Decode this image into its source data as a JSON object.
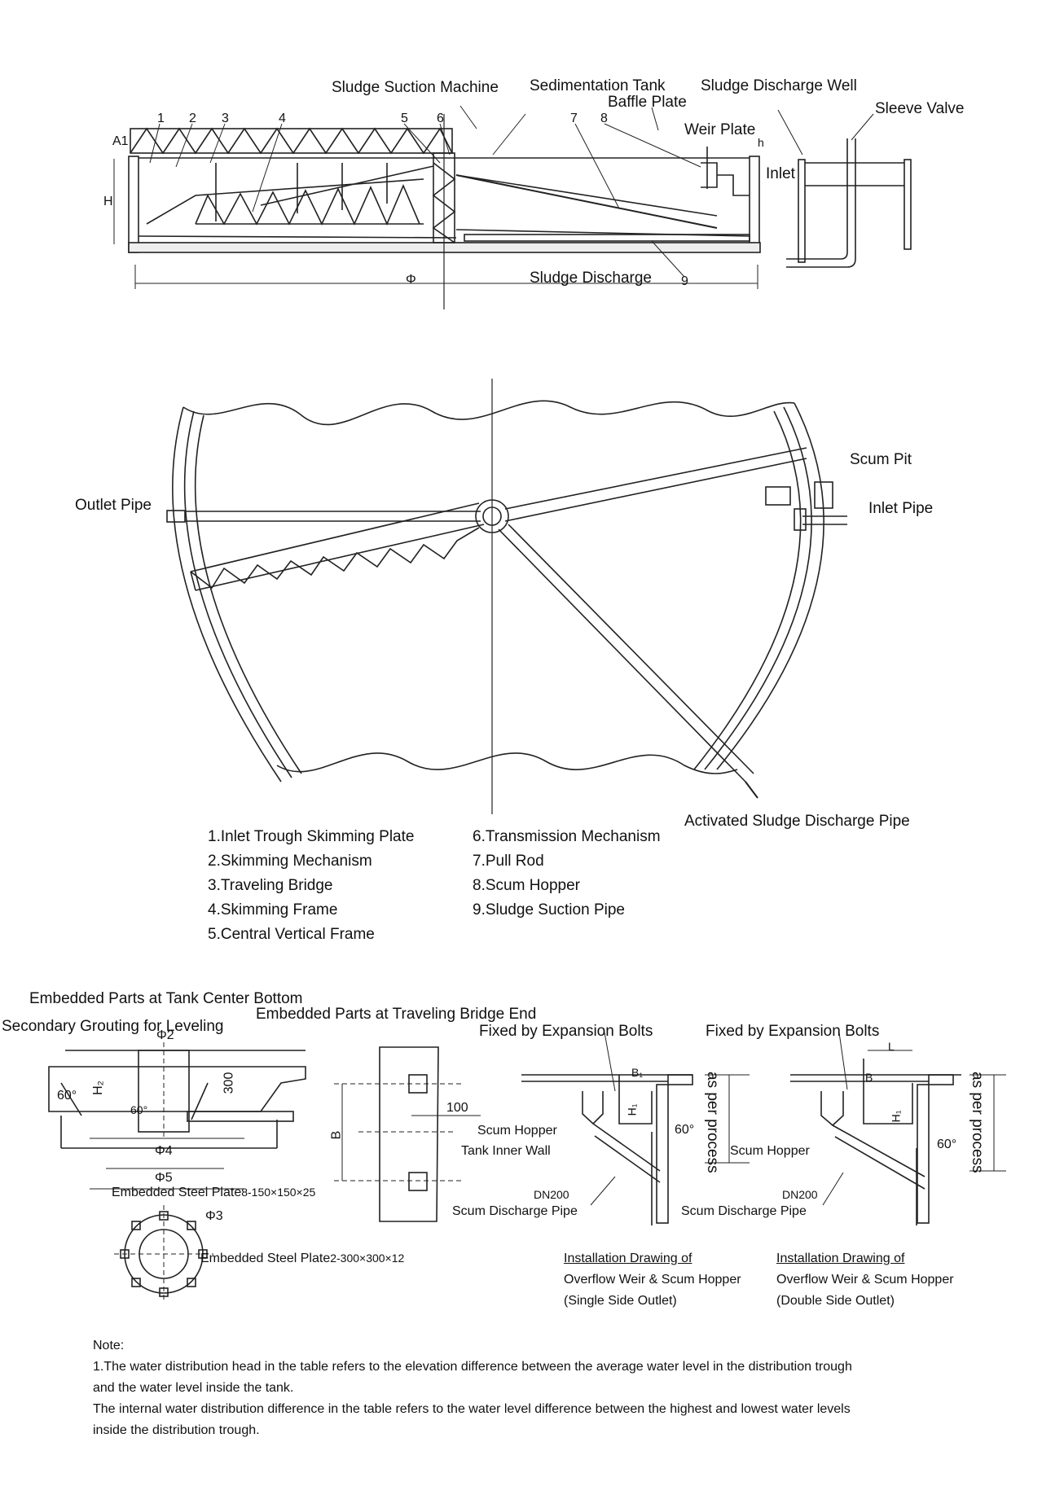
{
  "section_view": {
    "labels": {
      "sludge_suction_machine": "Sludge Suction Machine",
      "sedimentation_tank": "Sedimentation Tank",
      "sludge_discharge_well": "Sludge Discharge Well",
      "baffle_plate": "Baffle Plate",
      "sleeve_valve": "Sleeve Valve",
      "weir_plate": "Weir Plate",
      "inlet": "Inlet",
      "sludge_discharge": "Sludge Discharge"
    },
    "part_numbers": [
      "1",
      "2",
      "3",
      "4",
      "5",
      "6",
      "7",
      "8",
      "9"
    ],
    "dimension_marks": {
      "a1": "A1",
      "height": "H",
      "diameter": "Φ",
      "h": "h"
    }
  },
  "plan_view": {
    "labels": {
      "outlet_pipe": "Outlet Pipe",
      "scum_pit": "Scum Pit",
      "inlet_pipe": "Inlet Pipe",
      "activated_sludge_discharge_pipe": "Activated Sludge Discharge Pipe"
    }
  },
  "legend": {
    "left": [
      "1.Inlet Trough Skimming Plate",
      "2.Skimming Mechanism",
      "3.Traveling Bridge",
      "4.Skimming Frame",
      "5.Central Vertical Frame"
    ],
    "right": [
      "6.Transmission Mechanism",
      "7.Pull Rod",
      "8.Scum Hopper",
      "9.Sludge Suction Pipe"
    ]
  },
  "details": {
    "center_bottom": {
      "title": "Embedded Parts at Tank Center Bottom",
      "grouting": "Secondary Grouting for Leveling",
      "phi2": "Φ2",
      "h2": "H₂",
      "dim300": "300",
      "angle_left": "60°",
      "angle_inner": "60°",
      "phi4": "Φ4",
      "phi5": "Φ5",
      "steel_plate_1": "Embedded Steel Plate",
      "steel_plate_1_spec": "8-150×150×25",
      "phi3": "Φ3",
      "steel_plate_2": "Embedded Steel Plate",
      "steel_plate_2_spec": "2-300×300×12"
    },
    "bridge_end": {
      "title": "Embedded Parts at Traveling Bridge End",
      "dim100": "100",
      "dim_b": "B"
    },
    "single_side": {
      "fixed_by": "Fixed by Expansion Bolts",
      "b1": "B₁",
      "h1": "H₁",
      "per_process": "as per process",
      "angle": "60°",
      "scum_hopper": "Scum Hopper",
      "tank_inner_wall": "Tank Inner Wall",
      "dn": "DN200",
      "scum_pipe": "Scum Discharge Pipe",
      "caption_1": "Installation Drawing of",
      "caption_2": "Overflow Weir & Scum Hopper",
      "caption_3": "(Single Side Outlet)"
    },
    "double_side": {
      "fixed_by": "Fixed by Expansion Bolts",
      "l": "L",
      "b": "B",
      "h1": "H₁",
      "per_process": "as per process",
      "angle": "60°",
      "scum_hopper": "Scum Hopper",
      "dn": "DN200",
      "scum_pipe": "Scum Discharge Pipe",
      "caption_1": "Installation Drawing of",
      "caption_2": "Overflow Weir & Scum Hopper",
      "caption_3": "(Double Side Outlet)"
    }
  },
  "note": {
    "heading": "Note:",
    "line1": "1.The water distribution head in the table refers to the elevation difference between the average water level in the distribution trough",
    "line2": "and the water level inside the tank.",
    "line3": "The internal water distribution difference in the table refers to the water level difference between the highest and lowest water levels",
    "line4": "inside the distribution trough."
  }
}
